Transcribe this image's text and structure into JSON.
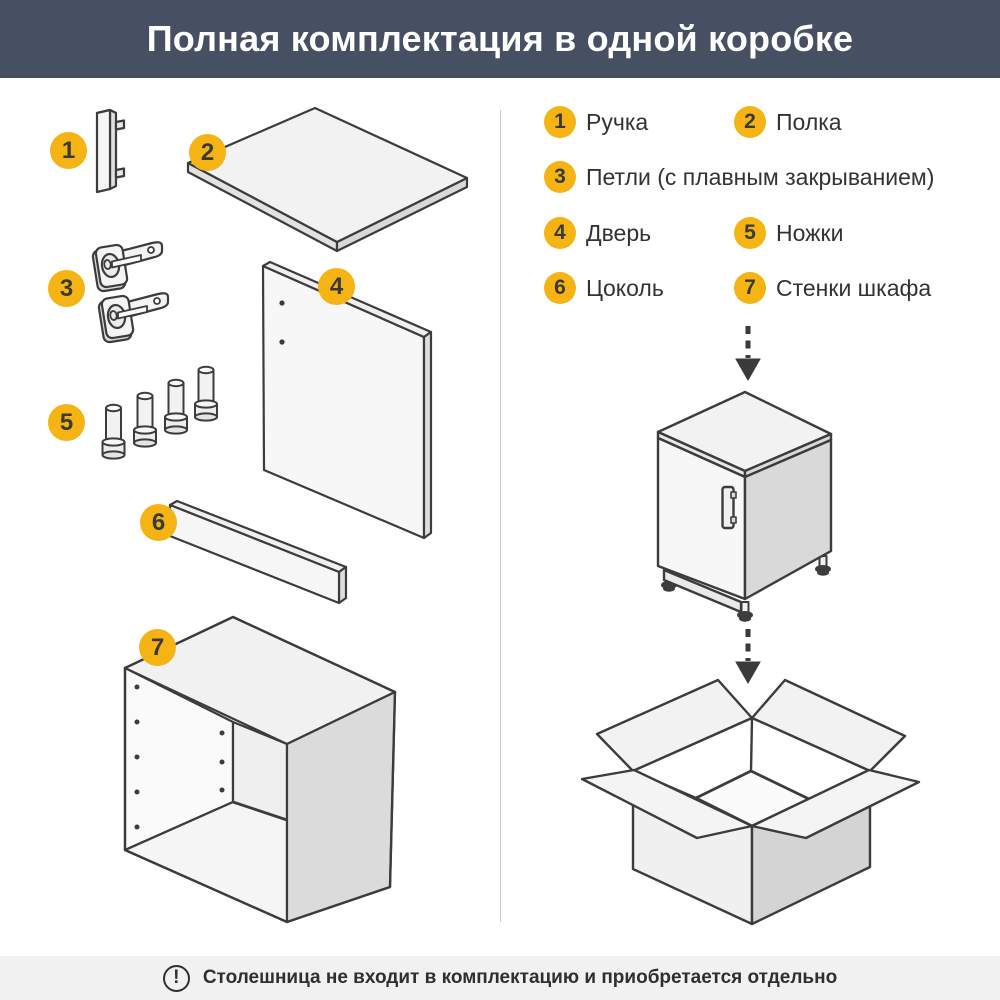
{
  "header": {
    "title": "Полная комплектация в одной коробке"
  },
  "legend": {
    "items": [
      {
        "number": "1",
        "label": "Ручка"
      },
      {
        "number": "2",
        "label": "Полка"
      },
      {
        "number": "3",
        "label": "Петли (с плавным закрыванием)"
      },
      {
        "number": "4",
        "label": "Дверь"
      },
      {
        "number": "5",
        "label": "Ножки"
      },
      {
        "number": "6",
        "label": "Цоколь"
      },
      {
        "number": "7",
        "label": "Стенки шкафа"
      }
    ]
  },
  "diagram": {
    "badges": [
      {
        "number": "1",
        "part": "handle"
      },
      {
        "number": "2",
        "part": "shelf"
      },
      {
        "number": "3",
        "part": "hinges"
      },
      {
        "number": "4",
        "part": "door"
      },
      {
        "number": "5",
        "part": "legs"
      },
      {
        "number": "6",
        "part": "plinth"
      },
      {
        "number": "7",
        "part": "cabinet-walls"
      }
    ]
  },
  "flow": {
    "arrow_icon": "dashed-down-arrow-icon",
    "steps": [
      "assembled-cabinet-illustration",
      "open-box-illustration"
    ]
  },
  "footer": {
    "icon_glyph": "!",
    "note": "Столешница не входит в комплектацию и приобретается отдельно"
  },
  "colors": {
    "accent_yellow": "#F5B314",
    "header_bg": "#474F62",
    "badge_number": "#3A3A3A",
    "line_art": "#3C3C3C",
    "footer_bg": "#F1F1F2",
    "divider": "#C9C9C9"
  }
}
